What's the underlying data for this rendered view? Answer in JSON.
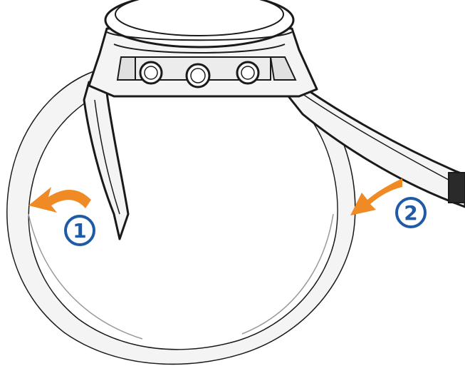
{
  "steps": [
    {
      "label": "1",
      "arrow": "left"
    },
    {
      "label": "2",
      "arrow": "left"
    }
  ],
  "colors": {
    "arrow": "#f08a24",
    "step_badge": "#1f5aa6",
    "outline": "#1a1a1a",
    "strap_fill": "#f4f4f4",
    "background": "#ffffff"
  },
  "icons": {
    "watch": "watch-case-icon",
    "buttons": "watch-button-icon"
  }
}
